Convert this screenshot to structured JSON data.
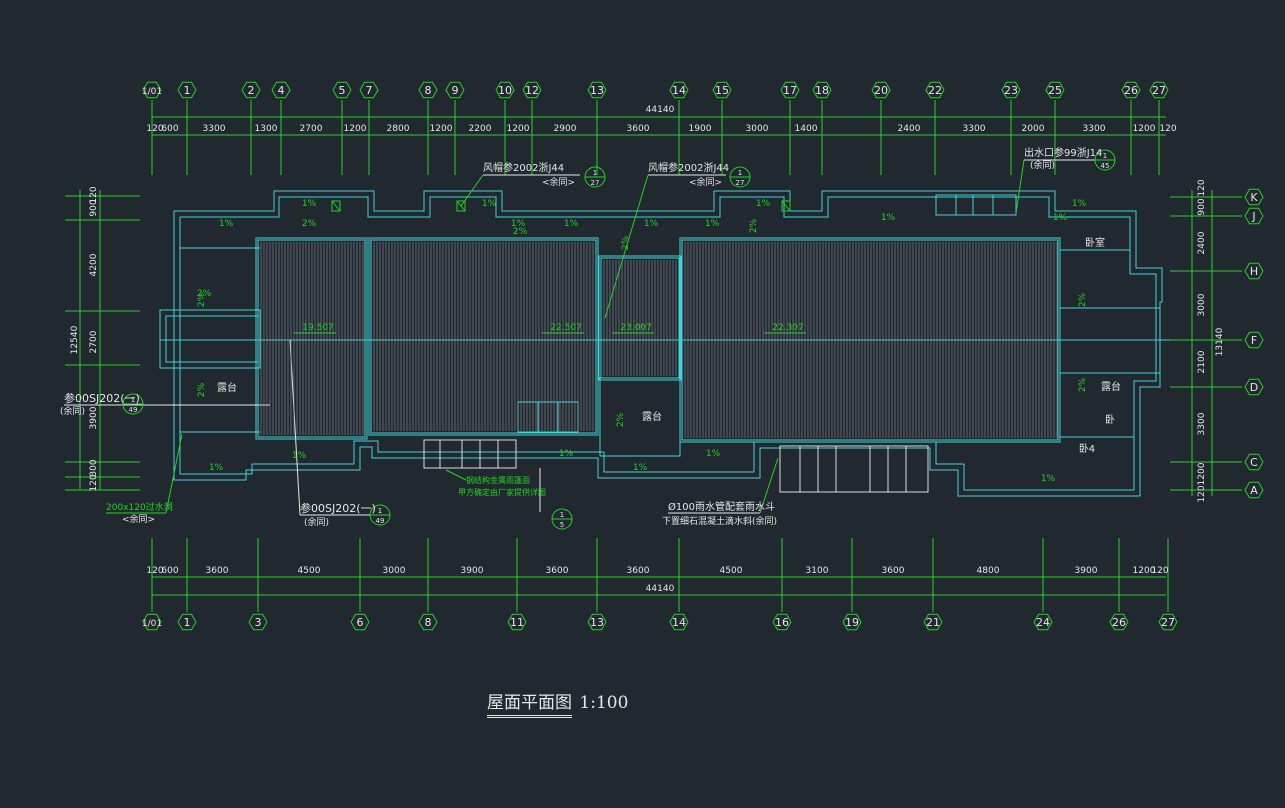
{
  "drawing": {
    "title": "屋面平面图",
    "scale": "1:100",
    "colors": {
      "background": "#212830",
      "axis_green": "#22d422",
      "wall_cyan": "#3fd4d8",
      "tile_grey": "#8a8f98",
      "text_white": "#e6e6e6"
    }
  },
  "axes_top": [
    "1/01",
    "1",
    "2",
    "4",
    "5",
    "7",
    "8",
    "9",
    "10",
    "12",
    "13",
    "14",
    "15",
    "17",
    "18",
    "20",
    "22",
    "23",
    "25",
    "26",
    "27"
  ],
  "axes_bottom": [
    "1/01",
    "1",
    "3",
    "6",
    "8",
    "11",
    "13",
    "14",
    "16",
    "19",
    "21",
    "24",
    "26",
    "27"
  ],
  "axes_right": [
    "K",
    "J",
    "H",
    "F",
    "D",
    "C",
    "A"
  ],
  "dims_top": [
    "120",
    "600",
    "3300",
    "1300",
    "2700",
    "1200",
    "2800",
    "1200",
    "2200",
    "1200",
    "2900",
    "3600",
    "1900",
    "3000",
    "1400",
    "2400",
    "3300",
    "2000",
    "3300",
    "1200",
    "120"
  ],
  "dims_top_total": "44140",
  "dims_bottom": [
    "120",
    "600",
    "3600",
    "4500",
    "3000",
    "3900",
    "3600",
    "3600",
    "4500",
    "3100",
    "3600",
    "4800",
    "3900",
    "1200",
    "120"
  ],
  "dims_bottom_total": "44140",
  "dims_left": [
    "120",
    "900",
    "4200",
    "2700",
    "3900",
    "300",
    "120"
  ],
  "dims_left_total": "12540",
  "dims_right": [
    "120",
    "900",
    "2400",
    "3000",
    "2100",
    "3300",
    "1200",
    "120"
  ],
  "dims_right_total": "13140",
  "slopes": [
    "1%",
    "1%",
    "1%",
    "1%",
    "1%",
    "1%",
    "1%",
    "1%",
    "1%",
    "1%",
    "1%",
    "1%",
    "1%",
    "1%",
    "1%",
    "1%",
    "1%",
    "2%",
    "2%",
    "2%",
    "2%",
    "2%",
    "2%",
    "2%",
    "2%",
    "2%",
    "2%"
  ],
  "elevations": [
    "19.507",
    "22.507",
    "23.007",
    "22.307"
  ],
  "room_labels": [
    "露台",
    "露台",
    "露台",
    "卧室",
    "卧",
    "卧4"
  ],
  "notes": {
    "vent_cap_1": "风帽参2002浙J44",
    "vent_cap_2": "风帽参2002浙J44",
    "same_note": "<余同>",
    "outlet": "出水口参99浙J14",
    "outlet_same": "(余同)",
    "ref_left": "参00SJ202(一)",
    "ref_left_same": "(余同)",
    "ref_bottom": "参00SJ202(一)",
    "ref_bottom_same": "(余同)",
    "scupper": "200x120过水洞",
    "scupper_same": "<余同>",
    "canopy": "钢结构金属雨篷面",
    "canopy_2": "甲方确定由厂家提供详图",
    "drain": "Ø100雨水管配套雨水斗",
    "drain_2": "下置细石混凝土滴水斜(余同)"
  },
  "detail_bubbles": [
    "1",
    "27",
    "1",
    "27",
    "1",
    "49",
    "1",
    "49",
    "1",
    "45",
    "1",
    "5"
  ]
}
